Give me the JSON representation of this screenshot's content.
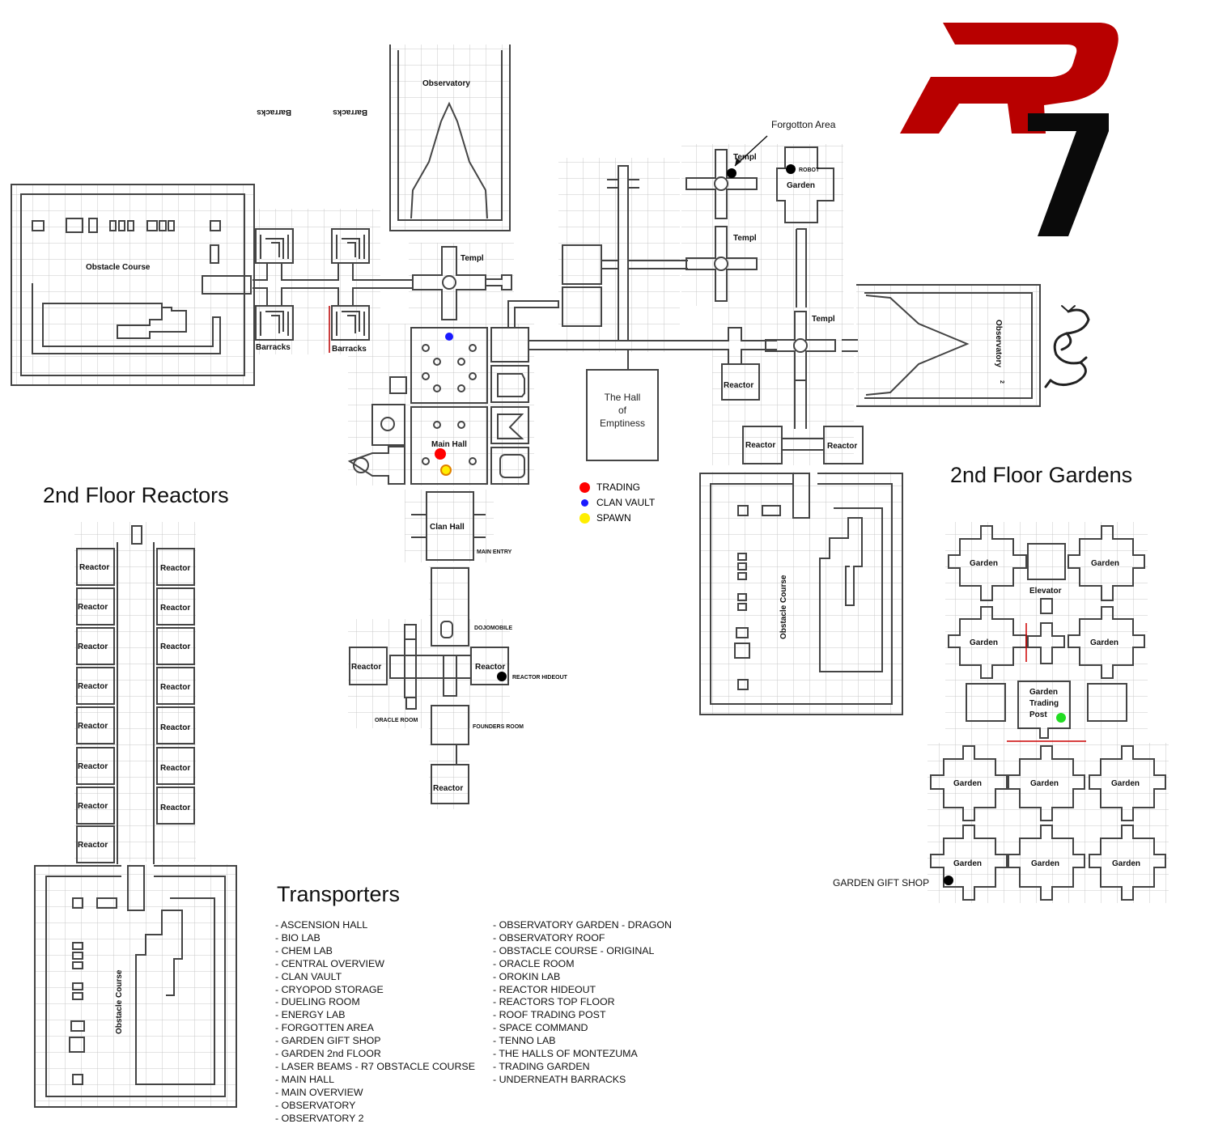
{
  "logo": {
    "letter": "R",
    "number": "7",
    "red": "#b80000"
  },
  "section_titles": {
    "reactors": "2nd Floor Reactors",
    "gardens": "2nd Floor Gardens",
    "transporters": "Transporters"
  },
  "legend": [
    {
      "label": "TRADING",
      "color": "#ff0000"
    },
    {
      "label": "CLAN VAULT",
      "color": "#1a1aff"
    },
    {
      "label": "SPAWN",
      "color": "#ffee00"
    }
  ],
  "markers": {
    "black": "#000000",
    "trading_post": "#22dd22"
  },
  "rooms": {
    "observatory": "Observatory",
    "observatory_2": "Observatory",
    "observatory_2_suffix": "2",
    "obstacle_course": "Obstacle Course",
    "barracks": "Barracks",
    "temple": "Templ",
    "main_hall": "Main Hall",
    "clan_hall": "Clan Hall",
    "hall_of_emptiness": [
      "The Hall",
      "of",
      "Emptiness"
    ],
    "reactor": "Reactor",
    "garden": "Garden",
    "robot": "ROBOT",
    "elevator": "Elevator",
    "garden_trading_post": [
      "Garden",
      "Trading",
      "Post"
    ]
  },
  "annotations": {
    "forgotten_area": "Forgotton Area",
    "main_entry": "MAIN ENTRY",
    "dojomobile": "DOJOMOBILE",
    "reactor_hideout": "REACTOR HIDEOUT",
    "oracle_room": "ORACLE ROOM",
    "founders_room": "FOUNDERS ROOM",
    "garden_gift_shop": "GARDEN GIFT SHOP"
  },
  "transporters_col1": [
    "- ASCENSION HALL",
    "- BIO LAB",
    "- CHEM LAB",
    "- CENTRAL OVERVIEW",
    "- CLAN VAULT",
    "- CRYOPOD STORAGE",
    "- DUELING ROOM",
    "- ENERGY LAB",
    "- FORGOTTEN AREA",
    "- GARDEN GIFT SHOP",
    "- GARDEN 2nd FLOOR",
    "- LASER BEAMS - R7 OBSTACLE COURSE",
    "- MAIN HALL",
    "- MAIN OVERVIEW",
    "- OBSERVATORY",
    "- OBSERVATORY 2"
  ],
  "transporters_col2": [
    "- OBSERVATORY GARDEN - DRAGON",
    "- OBSERVATORY ROOF",
    "- OBSTACLE COURSE - ORIGINAL",
    "- ORACLE ROOM",
    "- OROKIN LAB",
    "- REACTOR HIDEOUT",
    "- REACTORS TOP FLOOR",
    "- ROOF TRADING POST",
    "- SPACE COMMAND",
    "- TENNO LAB",
    "- THE HALLS OF MONTEZUMA",
    "- TRADING GARDEN",
    "- UNDERNEATH BARRACKS"
  ]
}
